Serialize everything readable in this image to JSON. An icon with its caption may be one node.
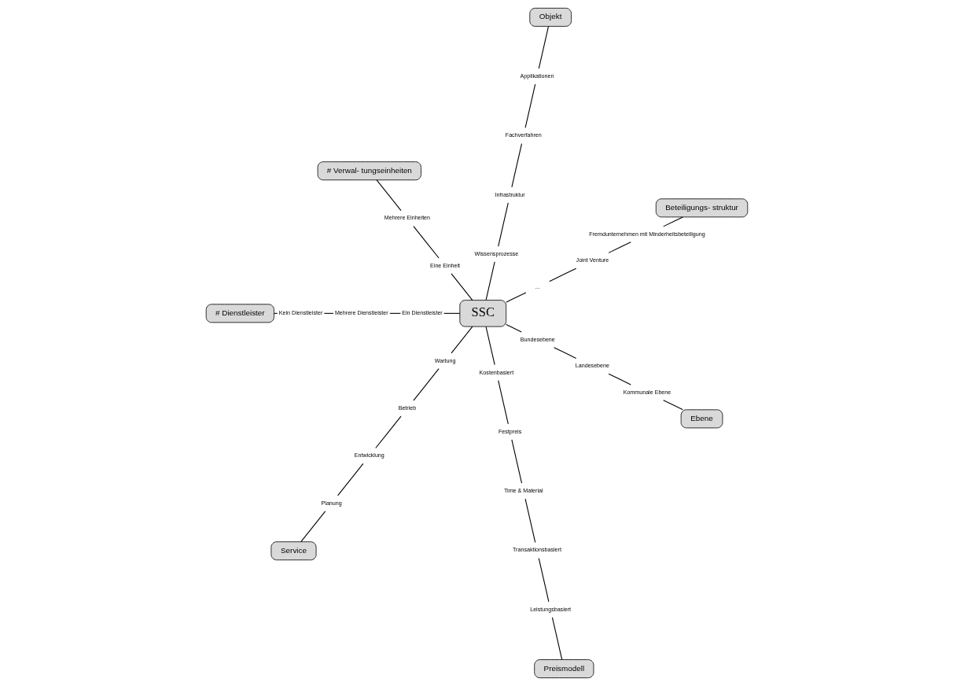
{
  "diagram": {
    "nodes": [
      {
        "text": [
          "SSC"
        ]
      },
      {
        "text": [
          "Beteiligungs- struktur"
        ]
      },
      {
        "text": [
          "Objekt"
        ]
      },
      {
        "text": [
          "# Verwal- tungseinheiten"
        ]
      },
      {
        "text": [
          "# Dienstleister"
        ]
      },
      {
        "text": [
          "Service"
        ]
      },
      {
        "text": [
          "Preismodell"
        ]
      },
      {
        "text": [
          "Ebene"
        ]
      },
      {
        "text": [
          "Fremdunternehmen mit Minderheitsbeteiligung"
        ]
      },
      {
        "text": [
          "Joint Venture"
        ]
      },
      {
        "text": [
          "..."
        ]
      },
      {
        "text": [
          "Applikationen"
        ]
      },
      {
        "text": [
          "Fachverfahren"
        ]
      },
      {
        "text": [
          "Infrastruktur"
        ]
      },
      {
        "text": [
          "Wissensprozesse"
        ]
      },
      {
        "text": [
          "Mehrere Einheiten"
        ]
      },
      {
        "text": [
          "Eine Einheit"
        ]
      },
      {
        "text": [
          "Ein Dienstleister"
        ]
      },
      {
        "text": [
          "Mehrere Dienstleister"
        ]
      },
      {
        "text": [
          "Kein Dienstleister"
        ]
      },
      {
        "text": [
          "Wartung"
        ]
      },
      {
        "text": [
          "Betrieb"
        ]
      },
      {
        "text": [
          "Entwicklung"
        ]
      },
      {
        "text": [
          "Planung"
        ]
      },
      {
        "text": [
          "Kostenbasiert"
        ]
      },
      {
        "text": [
          "Festpreis"
        ]
      },
      {
        "text": [
          "Time & Material"
        ]
      },
      {
        "text": [
          "Transaktionsbasiert"
        ]
      },
      {
        "text": [
          "Leistungsbasiert"
        ]
      },
      {
        "text": [
          "Bundesebene"
        ]
      },
      {
        "text": [
          "Landesebene"
        ]
      },
      {
        "text": [
          "Kommunale Ebene"
        ]
      }
    ],
    "edges": [
      {
        "from": 0,
        "to": 10,
        "arrow": "none"
      },
      {
        "from": 10,
        "to": 9,
        "arrow": "none"
      },
      {
        "from": 9,
        "to": 8,
        "arrow": "none"
      },
      {
        "from": 8,
        "to": 1,
        "arrow": "none"
      },
      {
        "from": 0,
        "to": 16,
        "arrow": "none"
      },
      {
        "from": 16,
        "to": 15,
        "arrow": "none"
      },
      {
        "from": 15,
        "to": 3,
        "arrow": "none"
      },
      {
        "from": 0,
        "to": 17,
        "arrow": "none"
      },
      {
        "from": 17,
        "to": 18,
        "arrow": "none"
      },
      {
        "from": 18,
        "to": 19,
        "arrow": "none"
      },
      {
        "from": 19,
        "to": 4,
        "arrow": "none"
      },
      {
        "from": 0,
        "to": 29,
        "arrow": "none"
      },
      {
        "from": 29,
        "to": 30,
        "arrow": "none"
      },
      {
        "from": 30,
        "to": 31,
        "arrow": "none"
      },
      {
        "from": 31,
        "to": 7,
        "arrow": "none"
      },
      {
        "from": 0,
        "to": 24,
        "arrow": "none"
      },
      {
        "from": 24,
        "to": 25,
        "arrow": "none"
      },
      {
        "from": 25,
        "to": 26,
        "arrow": "none"
      },
      {
        "from": 26,
        "to": 27,
        "arrow": "none"
      },
      {
        "from": 27,
        "to": 28,
        "arrow": "none"
      },
      {
        "from": 28,
        "to": 6,
        "arrow": "none"
      },
      {
        "from": 0,
        "to": 20,
        "arrow": "none"
      },
      {
        "from": 20,
        "to": 21,
        "arrow": "none"
      },
      {
        "from": 21,
        "to": 22,
        "arrow": "none"
      },
      {
        "from": 22,
        "to": 23,
        "arrow": "none"
      },
      {
        "from": 23,
        "to": 5,
        "arrow": "none"
      },
      {
        "from": 0,
        "to": 14,
        "arrow": "none"
      },
      {
        "from": 14,
        "to": 13,
        "arrow": "none"
      },
      {
        "from": 13,
        "to": 12,
        "arrow": "none"
      },
      {
        "from": 12,
        "to": 11,
        "arrow": "none"
      },
      {
        "from": 11,
        "to": 2,
        "arrow": "none"
      }
    ]
  }
}
